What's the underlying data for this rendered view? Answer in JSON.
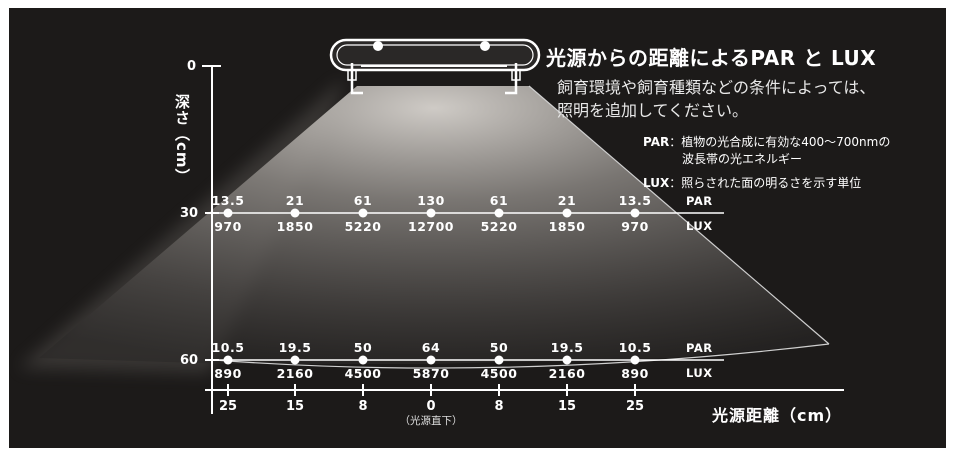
{
  "title": "光源からの距離によるPAR と LUX",
  "subtitle_lines": [
    "飼育環境や飼育種類などの条件によっては、",
    "照明を追加してください。"
  ],
  "definitions": [
    {
      "term": "PAR",
      "sep": "：",
      "text_lines": [
        "植物の光合成に有効な400〜700nmの",
        "波長帯の光エネルギー"
      ]
    },
    {
      "term": "LUX",
      "sep": "：",
      "text_lines": [
        "照らされた面の明るさを示す単位"
      ]
    }
  ],
  "axes": {
    "y_title": "深さ（cm）",
    "x_title": "光源距離（cm）",
    "depth_ticks": [
      "0",
      "30",
      "60"
    ],
    "distance_ticks": [
      "25",
      "15",
      "8",
      "0",
      "8",
      "15",
      "25"
    ],
    "center_note": "（光源直下）"
  },
  "rows": [
    {
      "depth": "30",
      "par_label": "PAR",
      "lux_label": "LUX",
      "par": [
        "13.5",
        "21",
        "61",
        "130",
        "61",
        "21",
        "13.5"
      ],
      "lux": [
        "970",
        "1850",
        "5220",
        "12700",
        "5220",
        "1850",
        "970"
      ]
    },
    {
      "depth": "60",
      "par_label": "PAR",
      "lux_label": "LUX",
      "par": [
        "10.5",
        "19.5",
        "50",
        "64",
        "50",
        "19.5",
        "10.5"
      ],
      "lux": [
        "890",
        "2160",
        "4500",
        "5870",
        "4500",
        "2160",
        "890"
      ]
    }
  ],
  "colors": {
    "background": "#1c1a19",
    "text": "#ffffff",
    "beam": "#a09c98",
    "outline": "#cfcfcf"
  }
}
